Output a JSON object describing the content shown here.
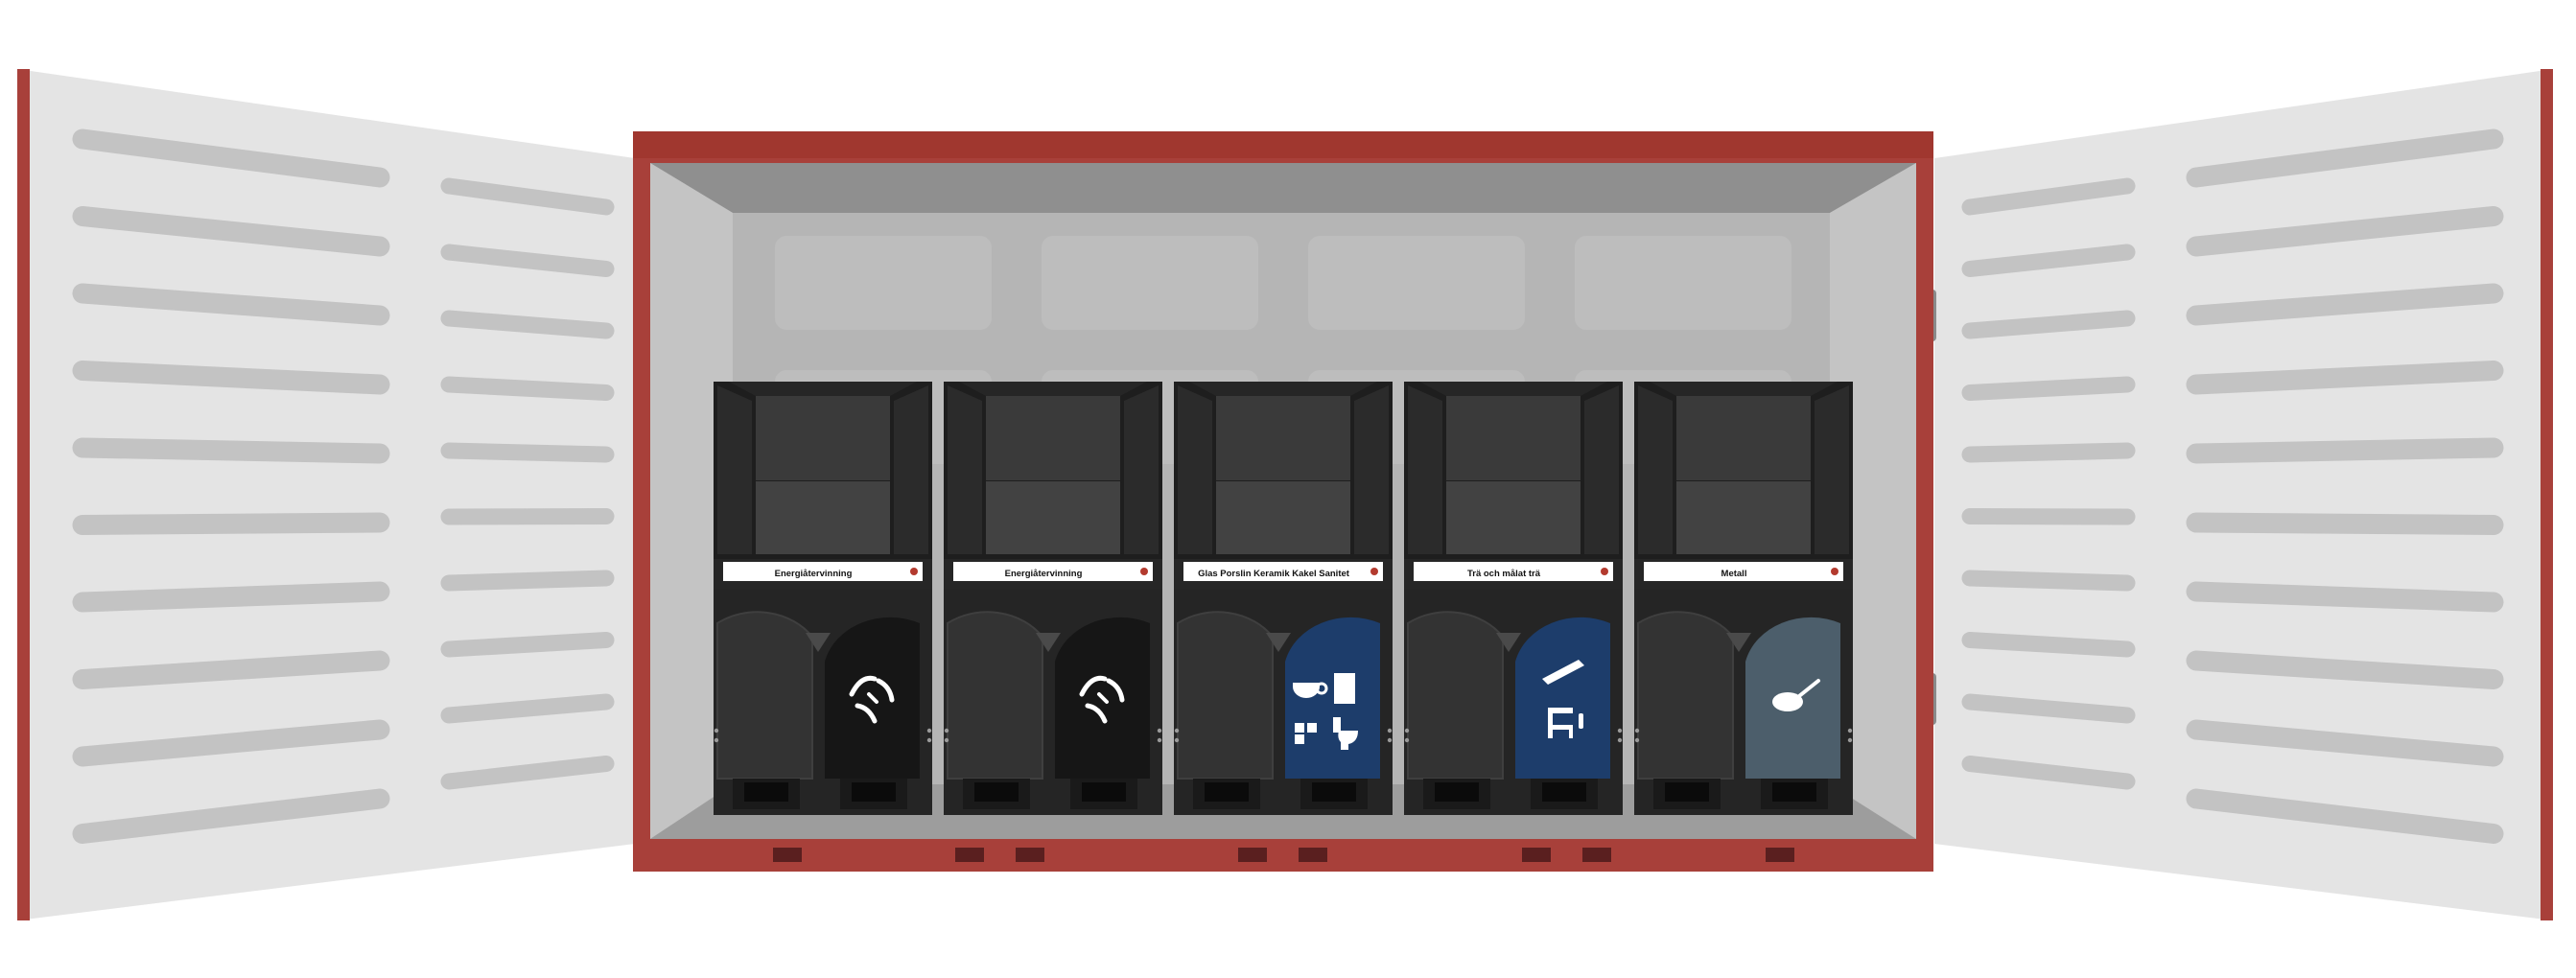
{
  "colors": {
    "container_red": "#a8403a",
    "rail_dark": "#5a1f1f",
    "door_panel": "#e4e4e4",
    "door_rib": "#c3c3c3",
    "interior_back": "#b5b5b5",
    "ceiling": "#8f8f8f",
    "wall_side": "#c4c4c4",
    "floor": "#9d9d9d",
    "station_body": "#262626",
    "station_cab": "#2e2e2e",
    "navy_door": "#1d3d6b",
    "slate_door": "#4c5e6b",
    "black_door": "#161616"
  },
  "stations": [
    {
      "label": "Energiåtervinning",
      "door_style": "black",
      "icons": [
        "crumpled-waste-icon"
      ]
    },
    {
      "label": "Energiåtervinning",
      "door_style": "black",
      "icons": [
        "crumpled-waste-icon"
      ]
    },
    {
      "label": "Glas  Porslin  Keramik  Kakel  Sanitet",
      "door_style": "navy",
      "icons": [
        "cup-icon",
        "glass-pane-icon",
        "tiles-icon",
        "toilet-icon"
      ]
    },
    {
      "label": "Trä och målat trä",
      "door_style": "navy",
      "icons": [
        "plank-icon",
        "chair-icon"
      ]
    },
    {
      "label": "Metall",
      "door_style": "slate",
      "icons": [
        "frying-pan-icon"
      ]
    }
  ]
}
